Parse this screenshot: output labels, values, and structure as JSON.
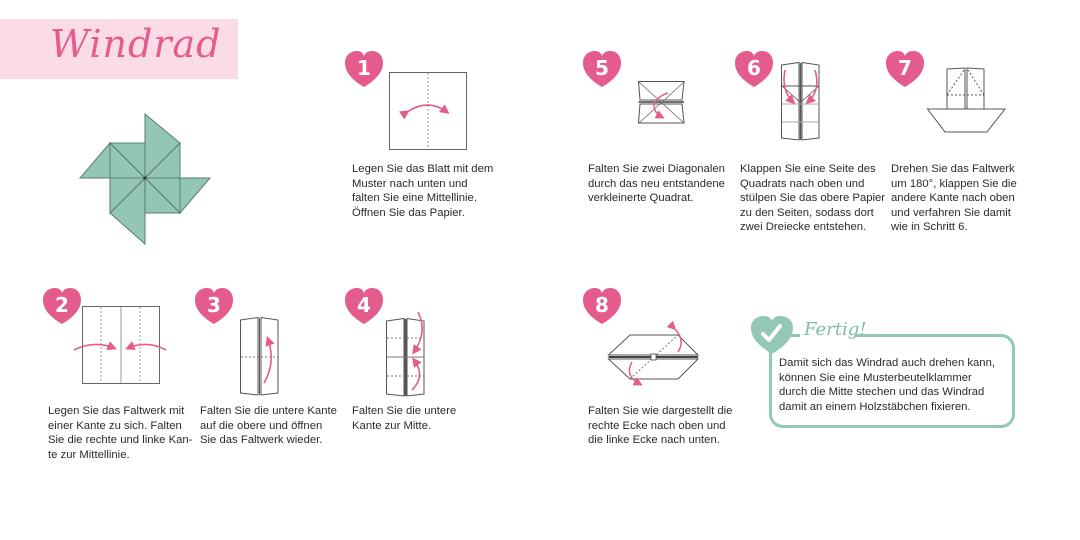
{
  "page": {
    "title": "Windrad",
    "colors": {
      "accent_pink": "#e45c8d",
      "title_band": "#fadbe6",
      "mint": "#93c8b8",
      "pinwheel_fill": "#93c6b4",
      "line": "#555555"
    }
  },
  "steps": [
    {
      "number": "1",
      "text": "Legen Sie das Blatt mit dem\nMuster nach unten und\nfalten Sie eine Mittellinie.\nÖffnen Sie das Papier."
    },
    {
      "number": "2",
      "text": "Legen Sie das Faltwerk mit\neiner Kante zu sich. Falten\nSie die rechte und linke Kan-\nte zur Mittellinie."
    },
    {
      "number": "3",
      "text": "Falten Sie die untere Kante\nauf die obere und öffnen\nSie das Faltwerk wieder."
    },
    {
      "number": "4",
      "text": "Falten Sie die untere\nKante zur Mitte."
    },
    {
      "number": "5",
      "text": "Falten Sie zwei Diagonalen\ndurch das neu entstandene\nverkleinerte Quadrat."
    },
    {
      "number": "6",
      "text": "Klappen Sie eine Seite des\nQuadrats nach oben und\nstülpen Sie das obere Papier\nzu den Seiten, sodass dort\nzwei Dreiecke entstehen."
    },
    {
      "number": "7",
      "text": "Drehen Sie das Faltwerk\num 180°, klappen Sie die\nandere Kante nach oben\nund verfahren Sie damit\nwie in Schritt 6."
    },
    {
      "number": "8",
      "text": "Falten Sie wie dargestellt die\nrechte Ecke nach oben und\ndie linke Ecke nach unten."
    }
  ],
  "finish": {
    "label": "Fertig!",
    "icon": "checkmark-heart-icon",
    "text": "Damit sich das Windrad auch drehen kann,\nkönnen Sie eine Musterbeutelklammer\ndurch die Mitte stechen und das Windrad\ndamit an einem Holzstäbchen fixieren."
  }
}
